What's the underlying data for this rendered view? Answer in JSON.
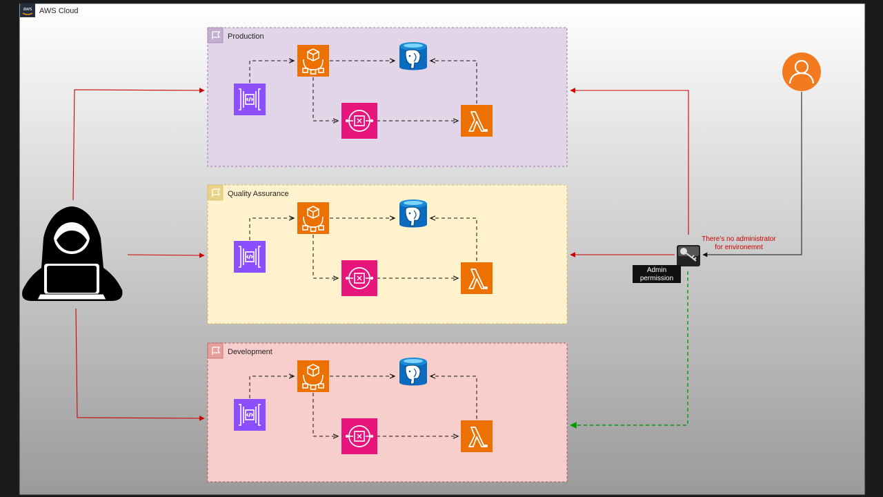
{
  "cloud": {
    "title": "AWS Cloud",
    "badge": "aws"
  },
  "environments": [
    {
      "id": "production",
      "title": "Production",
      "fill": "#e1d5e7",
      "border": "#9673a6",
      "flag": "#9673a6"
    },
    {
      "id": "qa",
      "title": "Quality Assurance",
      "fill": "#fff2cc",
      "border": "#d6b656",
      "flag": "#d6b656"
    },
    {
      "id": "development",
      "title": "Development",
      "fill": "#f8cecc",
      "border": "#b85450",
      "flag": "#b85450"
    }
  ],
  "note": {
    "line1": "There's no administrator",
    "line2": "for environemnt"
  },
  "admin_label": {
    "line1": "Admin",
    "line2": "permission"
  },
  "icons": {
    "hacker": "hacker-icon",
    "user": "user-icon",
    "key": "key-icon",
    "api_gateway": "api-gateway-icon",
    "fargate": "fargate-icon",
    "rds_postgres": "rds-postgresql-icon",
    "step_functions": "step-functions-icon",
    "lambda": "lambda-icon"
  },
  "colors": {
    "attack_arrow": "#cc0000",
    "admin_arrow": "#009900",
    "api_gateway": "#8c4fff",
    "compute": "#ed7100",
    "database": "#0a6bbf",
    "integration": "#e7157b",
    "user": "#f47a20"
  }
}
